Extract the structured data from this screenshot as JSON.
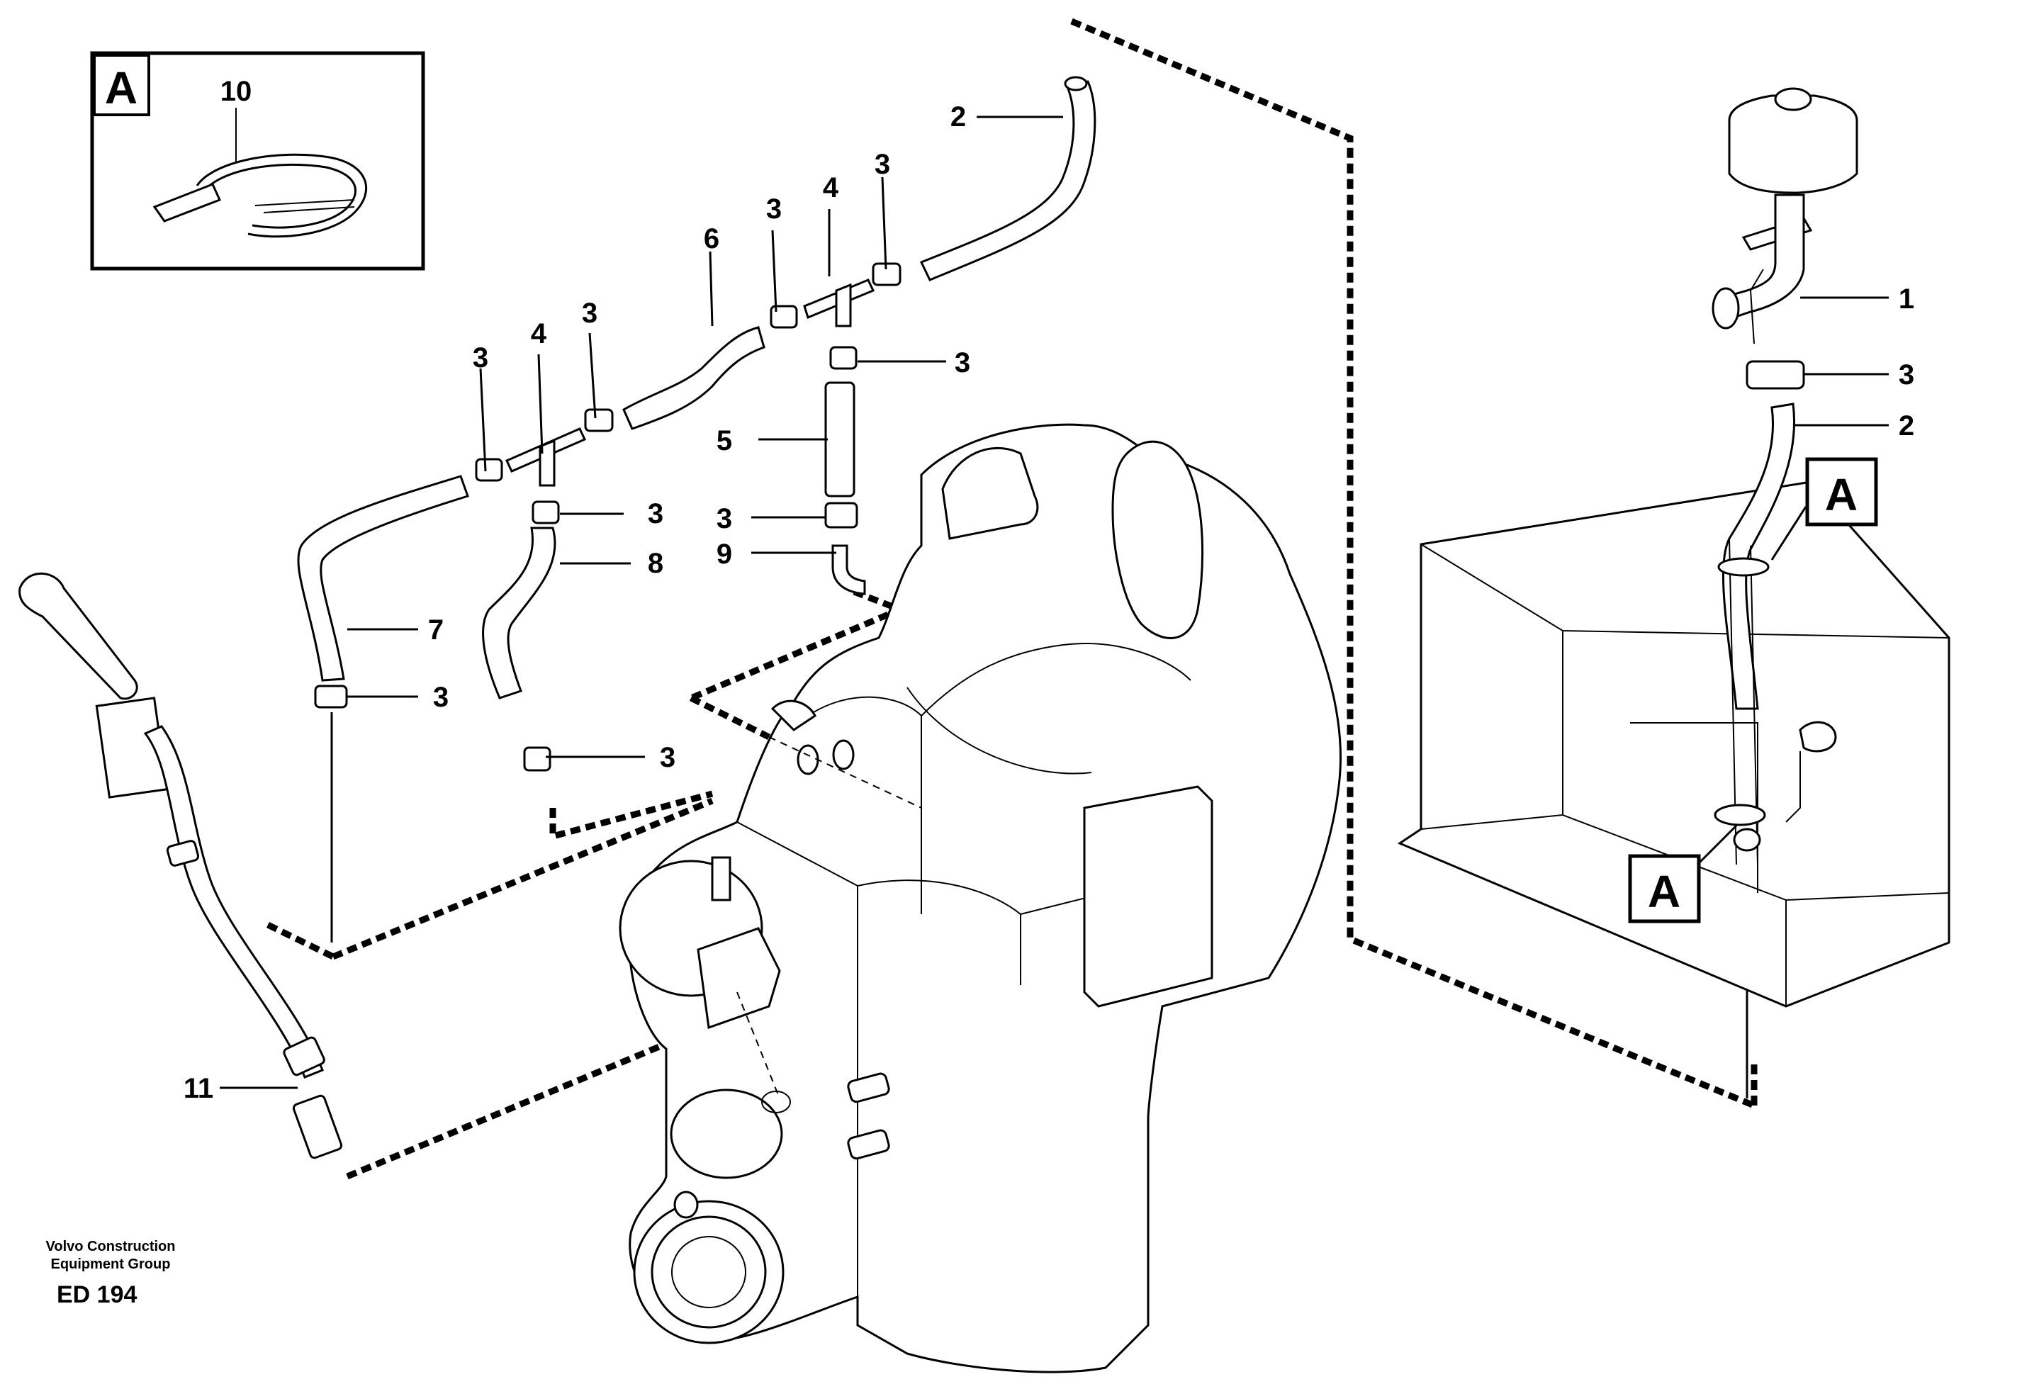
{
  "inset": {
    "label": "A",
    "part_number": "10"
  },
  "callouts": {
    "a_tank_top": "A",
    "a_tank_bottom": "A"
  },
  "labels": {
    "l1": "1",
    "l2_top": "2",
    "l2_right": "2",
    "l3_a": "3",
    "l3_b": "3",
    "l3_c": "3",
    "l3_d": "3",
    "l3_e": "3",
    "l3_f": "3",
    "l3_g": "3",
    "l3_h": "3",
    "l3_i": "3",
    "l3_j": "3",
    "l4_left": "4",
    "l4_right": "4",
    "l5": "5",
    "l6": "6",
    "l7": "7",
    "l8": "8",
    "l9": "9",
    "l11": "11"
  },
  "footer": {
    "company_line1": "Volvo Construction",
    "company_line2": "Equipment Group",
    "code": "ED 194"
  }
}
